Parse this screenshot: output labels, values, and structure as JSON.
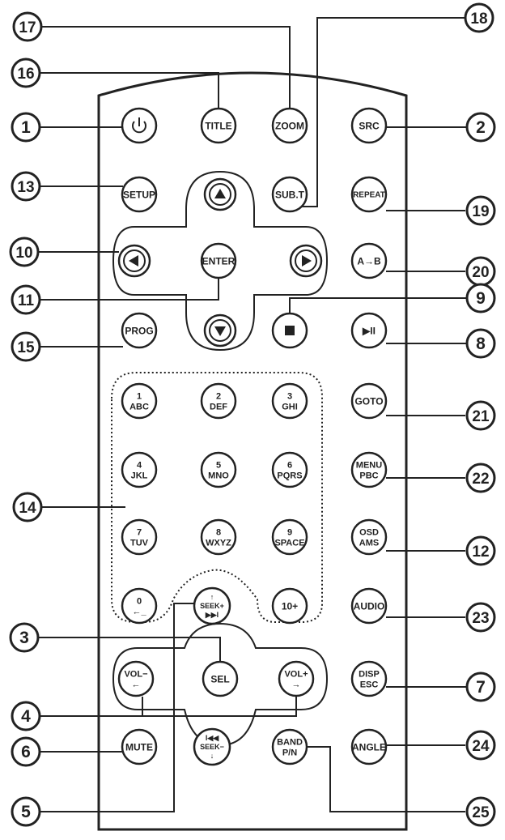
{
  "callouts": [
    {
      "id": "c17",
      "num": "17"
    },
    {
      "id": "c18",
      "num": "18"
    },
    {
      "id": "c16",
      "num": "16"
    },
    {
      "id": "c1",
      "num": "1"
    },
    {
      "id": "c2",
      "num": "2"
    },
    {
      "id": "c13",
      "num": "13"
    },
    {
      "id": "c19",
      "num": "19"
    },
    {
      "id": "c10",
      "num": "10"
    },
    {
      "id": "c20",
      "num": "20"
    },
    {
      "id": "c11",
      "num": "11"
    },
    {
      "id": "c9",
      "num": "9"
    },
    {
      "id": "c15",
      "num": "15"
    },
    {
      "id": "c8",
      "num": "8"
    },
    {
      "id": "c21",
      "num": "21"
    },
    {
      "id": "c14",
      "num": "14"
    },
    {
      "id": "c22",
      "num": "22"
    },
    {
      "id": "c12",
      "num": "12"
    },
    {
      "id": "c23",
      "num": "23"
    },
    {
      "id": "c3",
      "num": "3"
    },
    {
      "id": "c7",
      "num": "7"
    },
    {
      "id": "c4",
      "num": "4"
    },
    {
      "id": "c24",
      "num": "24"
    },
    {
      "id": "c6",
      "num": "6"
    },
    {
      "id": "c5",
      "num": "5"
    },
    {
      "id": "c25",
      "num": "25"
    }
  ],
  "buttons": [
    {
      "id": "power",
      "name": "power-button",
      "lines": [],
      "icon": "power-icon"
    },
    {
      "id": "title",
      "name": "title-button",
      "lines": [
        "TITLE"
      ]
    },
    {
      "id": "zoom",
      "name": "zoom-button",
      "lines": [
        "ZOOM"
      ]
    },
    {
      "id": "src",
      "name": "src-button",
      "lines": [
        "SRC"
      ]
    },
    {
      "id": "setup",
      "name": "setup-button",
      "lines": [
        "SETUP"
      ]
    },
    {
      "id": "up",
      "name": "up-button",
      "lines": [],
      "icon": "up-triangle-icon"
    },
    {
      "id": "subt",
      "name": "subtitle-button",
      "lines": [
        "SUB.T"
      ]
    },
    {
      "id": "repeat",
      "name": "repeat-button",
      "lines": [
        "REPEAT"
      ]
    },
    {
      "id": "left",
      "name": "left-button",
      "lines": [],
      "icon": "left-triangle-icon"
    },
    {
      "id": "enter",
      "name": "enter-button",
      "lines": [
        "ENTER"
      ]
    },
    {
      "id": "right",
      "name": "right-button",
      "lines": [],
      "icon": "right-triangle-icon"
    },
    {
      "id": "ab",
      "name": "a-b-button",
      "lines": [
        "A→B"
      ]
    },
    {
      "id": "prog",
      "name": "prog-button",
      "lines": [
        "PROG"
      ]
    },
    {
      "id": "down",
      "name": "down-button",
      "lines": [],
      "icon": "down-triangle-icon"
    },
    {
      "id": "stop",
      "name": "stop-button",
      "lines": [],
      "icon": "stop-icon"
    },
    {
      "id": "play",
      "name": "play-pause-button",
      "lines": [
        "▶II"
      ]
    },
    {
      "id": "k1",
      "name": "key-1",
      "lines": [
        "1",
        "ABC"
      ]
    },
    {
      "id": "k2",
      "name": "key-2",
      "lines": [
        "2",
        "DEF"
      ]
    },
    {
      "id": "k3",
      "name": "key-3",
      "lines": [
        "3",
        "GHI"
      ]
    },
    {
      "id": "goto",
      "name": "goto-button",
      "lines": [
        "GOTO"
      ]
    },
    {
      "id": "k4",
      "name": "key-4",
      "lines": [
        "4",
        "JKL"
      ]
    },
    {
      "id": "k5",
      "name": "key-5",
      "lines": [
        "5",
        "MNO"
      ]
    },
    {
      "id": "k6",
      "name": "key-6",
      "lines": [
        "6",
        "PQRS"
      ]
    },
    {
      "id": "menu",
      "name": "menu-pbc-button",
      "lines": [
        "MENU",
        "PBC"
      ]
    },
    {
      "id": "k7",
      "name": "key-7",
      "lines": [
        "7",
        "TUV"
      ]
    },
    {
      "id": "k8",
      "name": "key-8",
      "lines": [
        "8",
        "WXYZ"
      ]
    },
    {
      "id": "k9",
      "name": "key-9",
      "lines": [
        "9",
        "SPACE"
      ]
    },
    {
      "id": "osd",
      "name": "osd-ams-button",
      "lines": [
        "OSD",
        "AMS"
      ]
    },
    {
      "id": "k0",
      "name": "key-0",
      "lines": [
        "0",
        "←_"
      ]
    },
    {
      "id": "seekp",
      "name": "seek-plus-button",
      "lines": [
        "↑",
        "SEEK+",
        "▶▶I"
      ]
    },
    {
      "id": "k10",
      "name": "key-10-plus",
      "lines": [
        "10+"
      ]
    },
    {
      "id": "audio",
      "name": "audio-button",
      "lines": [
        "AUDIO"
      ]
    },
    {
      "id": "volm",
      "name": "vol-minus-button",
      "lines": [
        "VOL−",
        "←"
      ]
    },
    {
      "id": "sel",
      "name": "sel-button",
      "lines": [
        "SEL"
      ]
    },
    {
      "id": "volp",
      "name": "vol-plus-button",
      "lines": [
        "VOL+",
        "→"
      ]
    },
    {
      "id": "disp",
      "name": "disp-esc-button",
      "lines": [
        "DISP",
        "ESC"
      ]
    },
    {
      "id": "mute",
      "name": "mute-button",
      "lines": [
        "MUTE"
      ]
    },
    {
      "id": "seekm",
      "name": "seek-minus-button",
      "lines": [
        "I◀◀",
        "SEEK−",
        "↓"
      ]
    },
    {
      "id": "band",
      "name": "band-pn-button",
      "lines": [
        "BAND",
        "P/N"
      ]
    },
    {
      "id": "angle",
      "name": "angle-button",
      "lines": [
        "ANGLE"
      ]
    }
  ]
}
